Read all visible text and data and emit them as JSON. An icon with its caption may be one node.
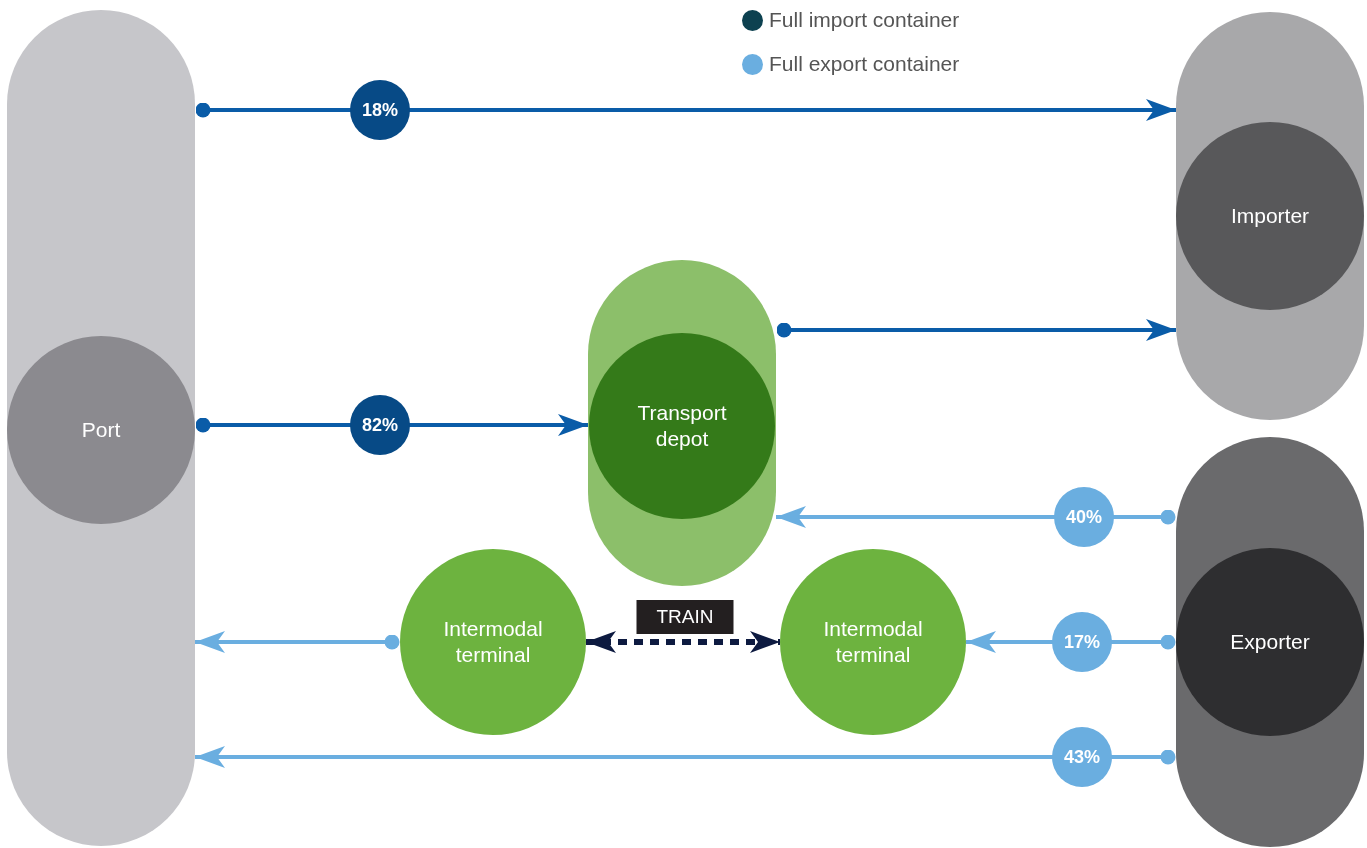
{
  "diagram": {
    "nodes": [
      {
        "text": [],
        "shape": "bar"
      },
      {
        "text": [
          "Port"
        ],
        "in": 0
      },
      {
        "text": [],
        "shape": "bar"
      },
      {
        "text": [
          "Importer"
        ],
        "in": 2
      },
      {
        "text": [],
        "shape": "bar"
      },
      {
        "text": [
          "Transport depot"
        ],
        "in": 4
      },
      {
        "text": [],
        "shape": "bar"
      },
      {
        "text": [
          "Exporter"
        ],
        "in": 6
      },
      {
        "text": [
          "Intermodal terminal"
        ]
      },
      {
        "text": [
          "Intermodal terminal"
        ]
      }
    ],
    "edges": [
      {
        "from": 0,
        "to": 2,
        "arrow": "to",
        "label": "18%",
        "color": "#0a5ca8"
      },
      {
        "from": 0,
        "to": 4,
        "arrow": "to",
        "label": "82%",
        "color": "#0a5ca8"
      },
      {
        "from": 4,
        "to": 2,
        "arrow": "to",
        "color": "#0a5ca8"
      },
      {
        "from": 6,
        "to": 4,
        "arrow": "to",
        "label": "40%",
        "color": "#6aaee0"
      },
      {
        "from": 8,
        "to": 0,
        "arrow": "to",
        "color": "#6aaee0"
      },
      {
        "from": 8,
        "to": 9,
        "arrow": "both",
        "label": "TRAIN",
        "style": "dashed",
        "color": "#0d1a40"
      },
      {
        "from": 6,
        "to": 9,
        "arrow": "to",
        "label": "17%",
        "color": "#6aaee0"
      },
      {
        "from": 6,
        "to": 0,
        "arrow": "to",
        "label": "43%",
        "color": "#6aaee0"
      }
    ],
    "legend": [
      {
        "text": "Full import container",
        "color": "#0d4150"
      },
      {
        "text": "Full export container",
        "color": "#6aaee0"
      }
    ]
  }
}
